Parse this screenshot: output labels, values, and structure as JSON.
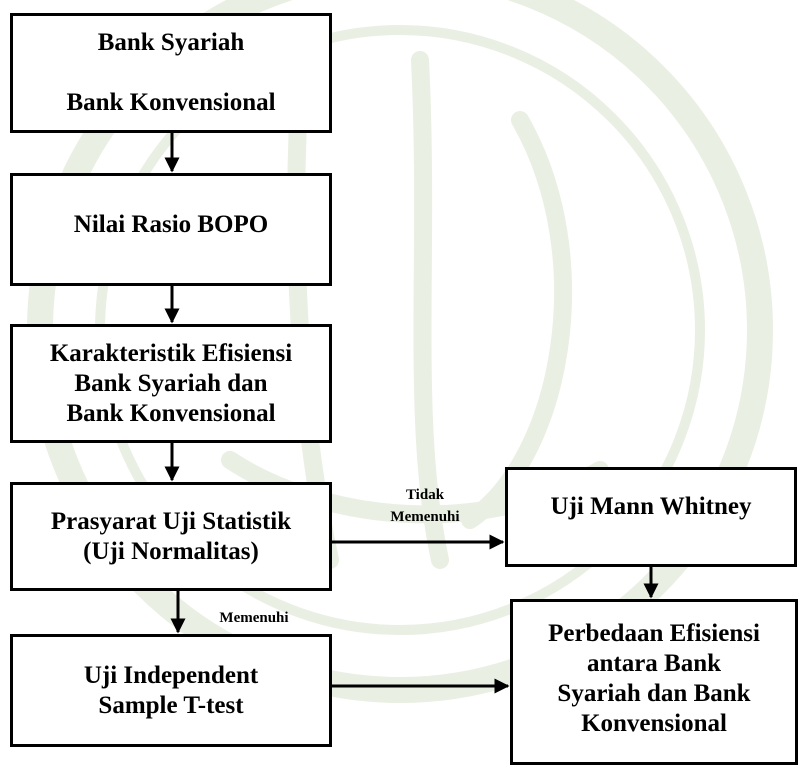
{
  "nodes": {
    "bank_types": {
      "line1": "Bank Syariah",
      "line2": "Bank Konvensional"
    },
    "bopo": {
      "line1": "Nilai Rasio BOPO"
    },
    "characteristics": {
      "line1": "Karakteristik Efisiensi",
      "line2": "Bank Syariah dan",
      "line3": "Bank Konvensional"
    },
    "prerequisite": {
      "line1": "Prasyarat Uji Statistik",
      "line2": "(Uji Normalitas)"
    },
    "mann_whitney": {
      "line1": "Uji Mann Whitney"
    },
    "t_test": {
      "line1": "Uji Independent",
      "line2": "Sample T-test"
    },
    "result": {
      "line1": "Perbedaan Efisiensi",
      "line2": "antara Bank",
      "line3": "Syariah dan Bank",
      "line4": "Konvensional"
    }
  },
  "edge_labels": {
    "not_met_line1": "Tidak",
    "not_met_line2": "Memenuhi",
    "met": "Memenuhi"
  },
  "colors": {
    "stroke": "#000000",
    "box_fill": "#ffffff",
    "watermark": "#e9efe2"
  }
}
